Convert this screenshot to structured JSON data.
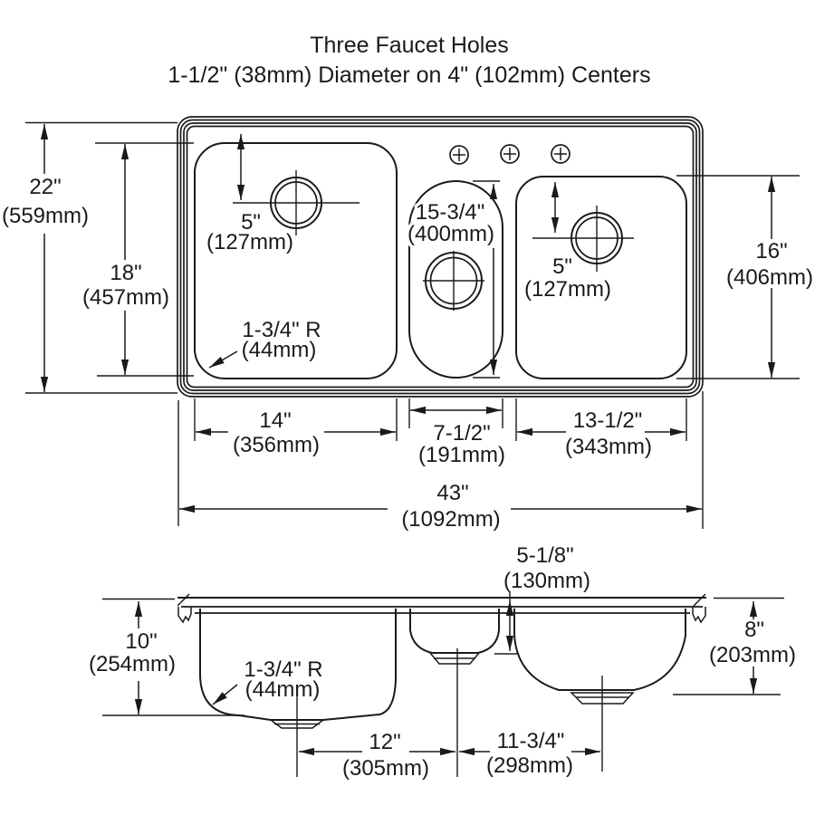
{
  "title": {
    "line1": "Three Faucet Holes",
    "line2": "1-1/2\" (38mm) Diameter on 4\" (102mm) Centers"
  },
  "colors": {
    "line": "#1a1a1a",
    "text": "#1a1a1a",
    "background": "#ffffff"
  },
  "top_view": {
    "overall_depth_in": "22\"",
    "overall_depth_mm": "(559mm)",
    "left_bowl_front_back_in": "18\"",
    "left_bowl_front_back_mm": "(457mm)",
    "right_bowl_front_back_in": "16\"",
    "right_bowl_front_back_mm": "(406mm)",
    "left_drain_offset_in": "5\"",
    "left_drain_offset_mm": "(127mm)",
    "right_drain_offset_in": "5\"",
    "right_drain_offset_mm": "(127mm)",
    "middle_bowl_length_in": "15-3/4\"",
    "middle_bowl_length_mm": "(400mm)",
    "corner_radius_in": "1-3/4\" R",
    "corner_radius_mm": "(44mm)",
    "left_bowl_width_in": "14\"",
    "left_bowl_width_mm": "(356mm)",
    "middle_bowl_width_in": "7-1/2\"",
    "middle_bowl_width_mm": "(191mm)",
    "right_bowl_width_in": "13-1/2\"",
    "right_bowl_width_mm": "(343mm)",
    "overall_width_in": "43\"",
    "overall_width_mm": "(1092mm)"
  },
  "side_view": {
    "left_bowl_depth_in": "10\"",
    "left_bowl_depth_mm": "(254mm)",
    "corner_radius_in": "1-3/4\" R",
    "corner_radius_mm": "(44mm)",
    "middle_bowl_depth_in": "5-1/8\"",
    "middle_bowl_depth_mm": "(130mm)",
    "right_bowl_depth_in": "8\"",
    "right_bowl_depth_mm": "(203mm)",
    "left_to_middle_drain_in": "12\"",
    "left_to_middle_drain_mm": "(305mm)",
    "middle_to_right_drain_in": "11-3/4\"",
    "middle_to_right_drain_mm": "(298mm)"
  }
}
